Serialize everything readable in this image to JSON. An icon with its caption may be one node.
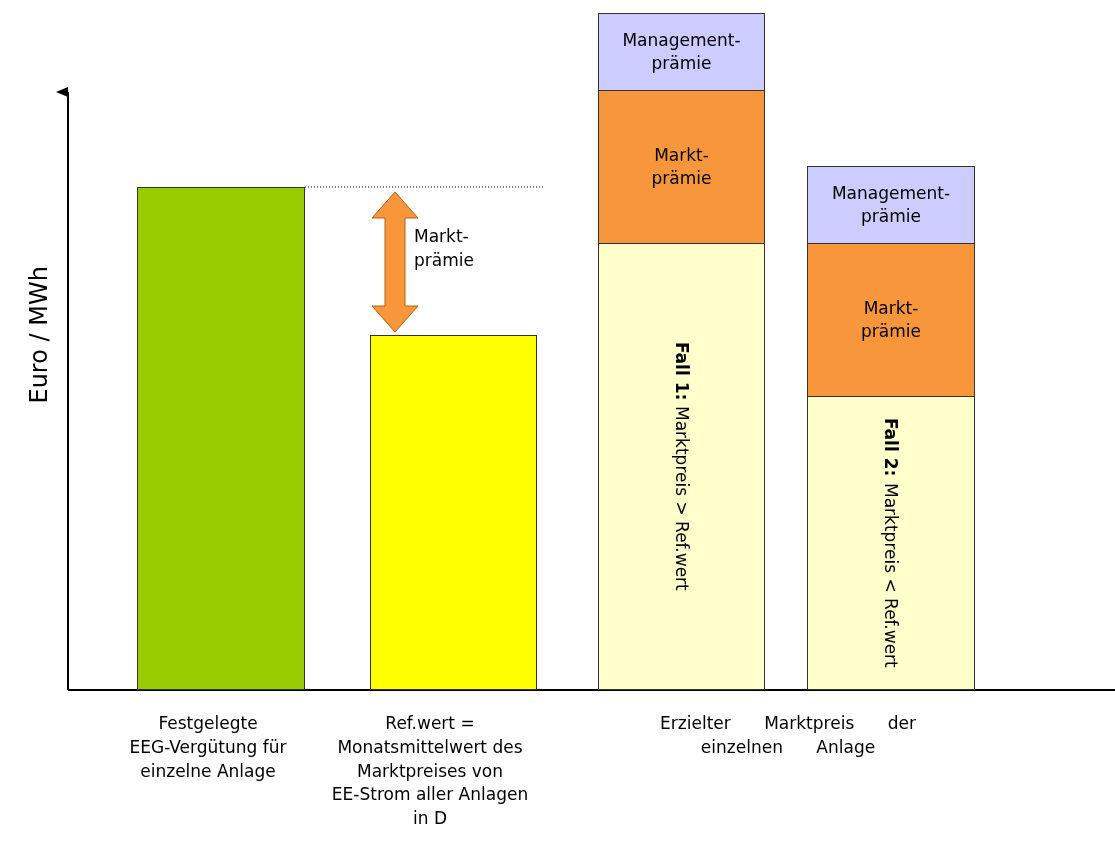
{
  "diagram": {
    "nodes": [
      {
        "text": [],
        "shape": "bar"
      },
      {
        "text": [],
        "shape": "bar"
      },
      {
        "text": [
          "Management- prämie"
        ]
      },
      {
        "text": [
          "Markt- prämie"
        ]
      },
      {
        "text": [
          "Fall 1:",
          "Marktpreis > Ref.wert"
        ]
      },
      {
        "text": [
          "Management- prämie"
        ]
      },
      {
        "text": [
          "Markt- prämie"
        ]
      },
      {
        "text": [
          "Fall 2:",
          "Marktpreis < Ref.wert"
        ]
      }
    ],
    "labels": [
      "Euro / MWh",
      "Markt- prämie",
      "Festgelegte EEG-Vergütung für einzelne Anlage",
      "Ref.wert = Monatsmittelwert des Marktpreises von EE-Strom aller Anlagen in D",
      "Erzielter Marktpreis der einzelnen Anlage"
    ]
  }
}
